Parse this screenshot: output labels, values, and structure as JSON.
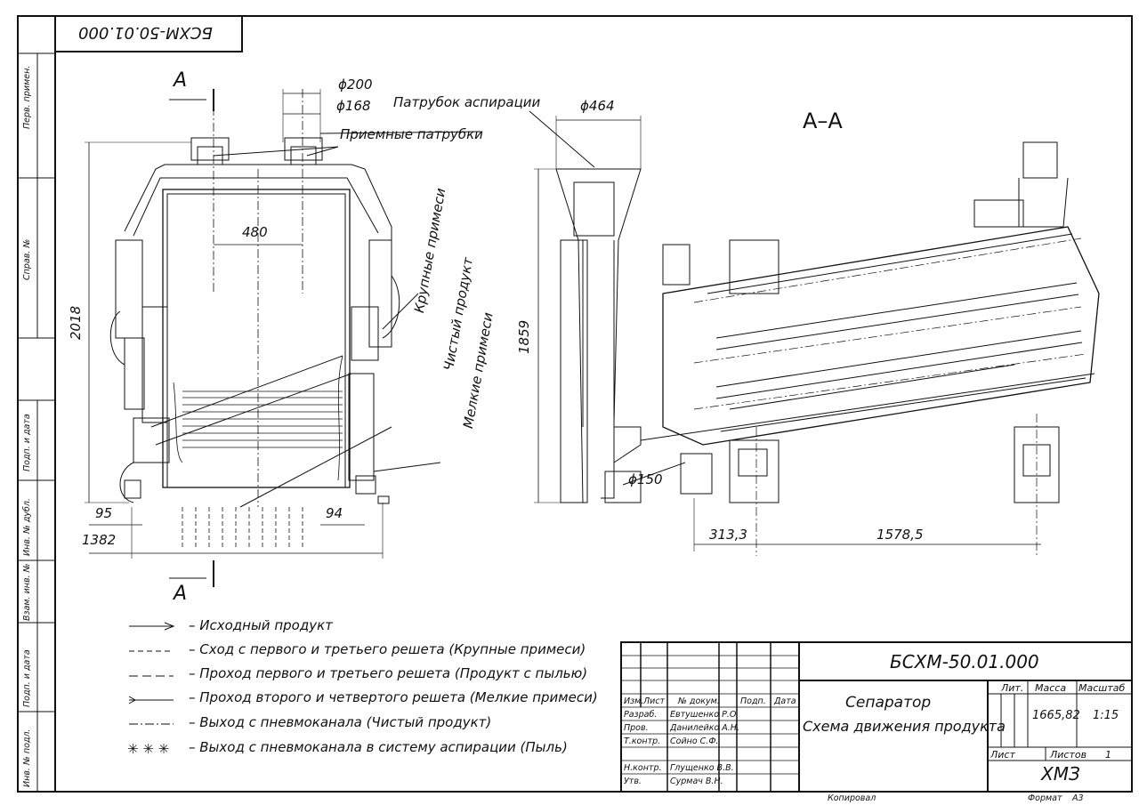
{
  "stamp_code": "БСХМ-50.01.000",
  "side_strip": [
    "Перв. примен.",
    "Справ. №",
    "Подп. и дата",
    "Инв. № дубл.",
    "Взам. инв. №",
    "Подп. и дата",
    "Инв. № подл."
  ],
  "section_marks": {
    "left_top": "А",
    "left_bottom": "А",
    "section_title": "А–А"
  },
  "front_view": {
    "dim_d200": "ϕ200",
    "dim_d168": "ϕ168",
    "dim_480": "480",
    "dim_2018": "2018",
    "dim_95": "95",
    "dim_94": "94",
    "dim_1382": "1382",
    "label_inlets": "Приемные патрубки",
    "label_coarse": "Крупные примеси",
    "label_clean": "Чистый продукт",
    "label_fine": "Мелкие примеси"
  },
  "side_view": {
    "label_aspiration": "Патрубок аспирации",
    "dim_d464": "ϕ464",
    "dim_1859": "1859",
    "dim_d150": "ϕ150",
    "dim_313": "313,3",
    "dim_1578": "1578,5"
  },
  "legend": [
    "– Исходный продукт",
    "– Сход с первого и третьего решета (Крупные примеси)",
    "– Проход первого и третьего решета (Продукт с пылью)",
    "– Проход второго и четвертого решета (Мелкие примеси)",
    "– Выход с пневмоканала (Чистый продукт)",
    "– Выход с пневмоканала в систему аспирации (Пыль)"
  ],
  "legend_marker_dust": "✳ ✳ ✳",
  "title_block": {
    "code": "БСХМ-50.01.000",
    "name_line1": "Сепаратор",
    "name_line2": "Схема движения продукта",
    "h_izm": "Изм.",
    "h_list": "Лист",
    "h_doc": "№ докум.",
    "h_sign": "Подп.",
    "h_date": "Дата",
    "r_razrab": "Разраб.",
    "n_razrab": "Евтушенко Р.О",
    "r_prov": "Пров.",
    "n_prov": "Данилейко А.Н.",
    "r_tkontr": "Т.контр.",
    "n_tkontr": "Сойно С.Ф.",
    "r_nkontr": "Н.контр.",
    "n_nkontr": "Глущенко В.В.",
    "r_utv": "Утв.",
    "n_utv": "Сурмач В.Н.",
    "lit": "Лит.",
    "massa": "Масса",
    "masshtab": "Масштаб",
    "massa_value": "1665,82",
    "scale_value": "1:15",
    "sheet": "Лист",
    "sheets": "Листов",
    "sheets_value": "1",
    "org": "ХМЗ",
    "copied": "Копировал",
    "format": "Формат",
    "format_value": "А3"
  }
}
